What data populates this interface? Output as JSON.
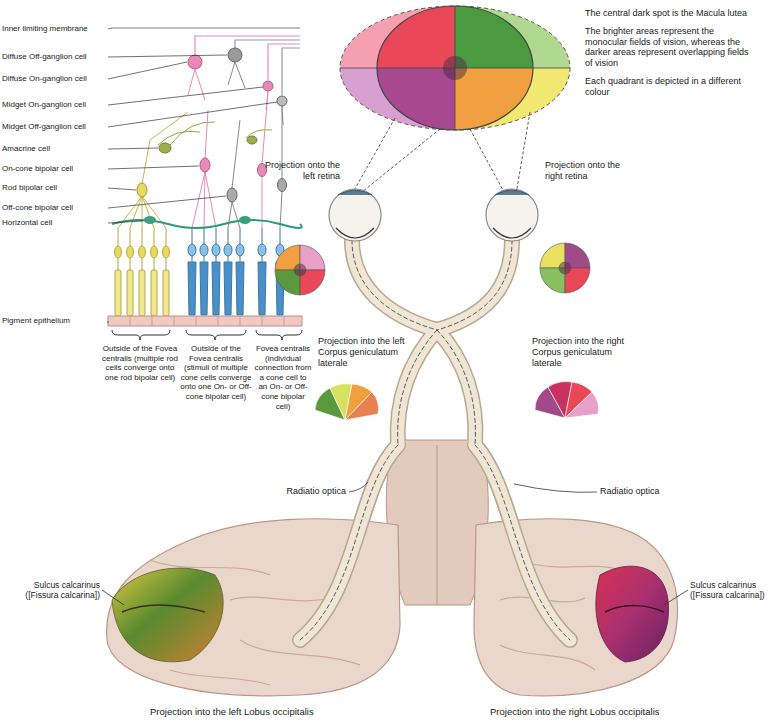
{
  "diagram": {
    "labels": [
      "Inner limiting membrane",
      "Diffuse Off-ganglion cell",
      "Diffuse On-ganglion cell",
      "Midget On-ganglion cell",
      "Midget Off-ganglion cell",
      "Amacrine cell",
      "On-cone bipolar cell",
      "Rod bipolar cell",
      "Off-cone bipolar cell",
      "Horizontal cell",
      "Pigment epithelium",
      "Outside of the Fovea centralis (multiple rod cells converge onto one rod bipolar cell)",
      "Outside of the Fovea centralis (stimuli of multiple cone cells converge onto one On- or Off-cone bipolar cell)",
      "Fovea centralis (individual connection from a cone cell to an On- or Off-cone bipolar cell)",
      "The central dark spot is the Macula lutea",
      "The brighter areas represent the monocular fields of vision, whereas the darker areas represent overlapping fields of vision",
      "Each quadrant is depicted in a different colour",
      "Projection onto the left retina",
      "Projection onto the right retina",
      "Projection into the left Corpus geniculatum laterale",
      "Projection into the right Corpus geniculatum laterale",
      "Radiatio optica",
      "Radiatio optica",
      "Sulcus calcarinus ([Fissura calcarina])",
      "Sulcus calcarinus ([Fissura calcarina])",
      "Projection into the left Lobus occipitalis",
      "Projection into the right Lobus occipitalis"
    ]
  }
}
